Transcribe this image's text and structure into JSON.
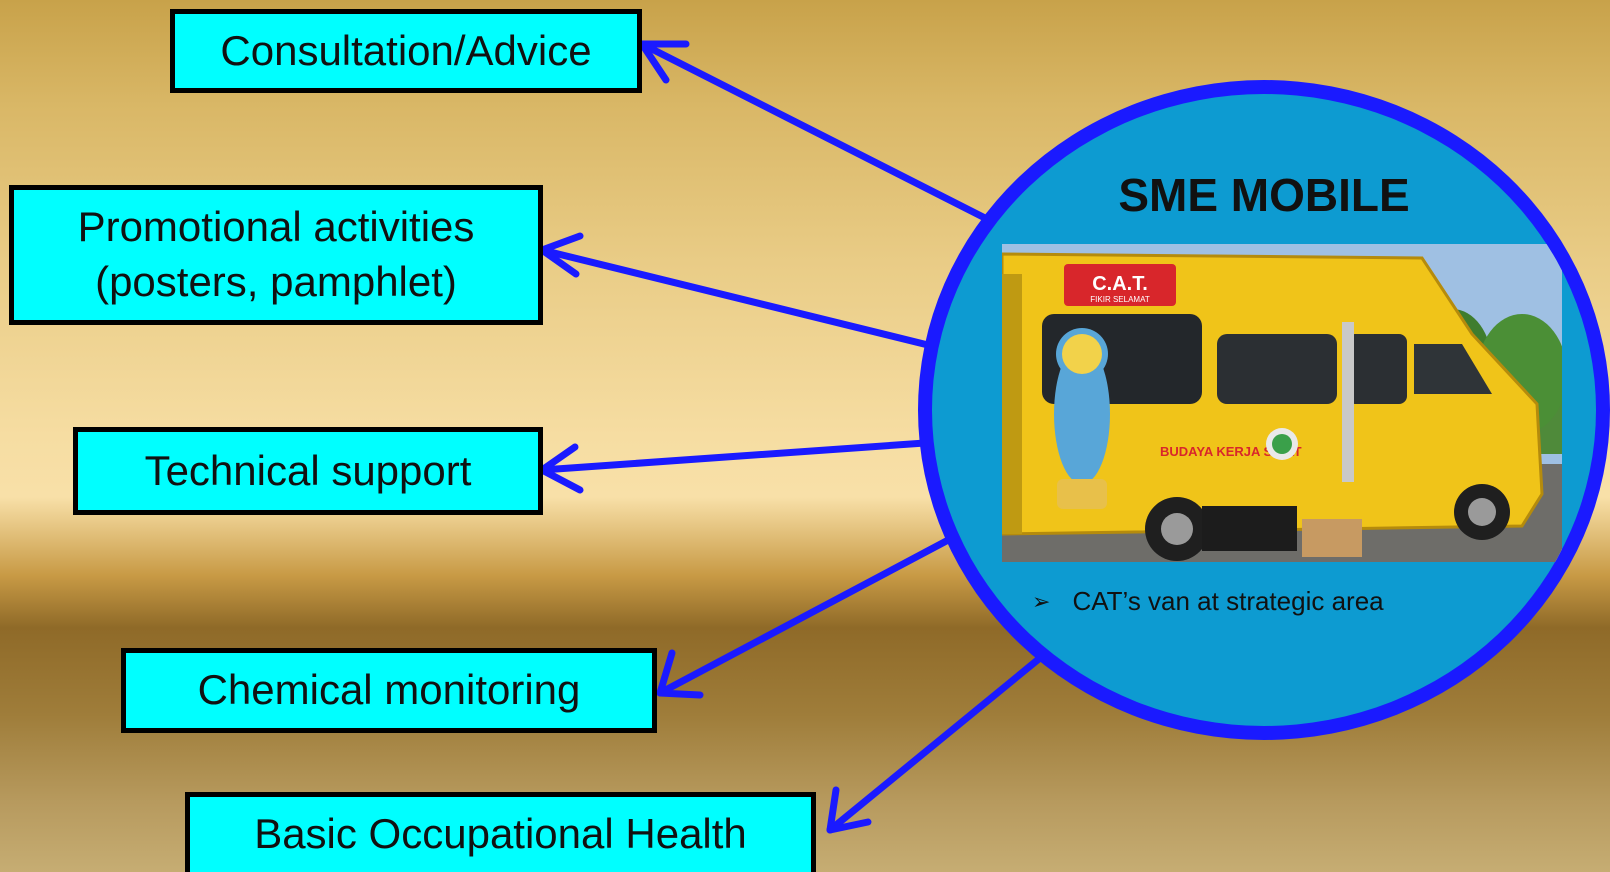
{
  "boxes": {
    "consultation": "Consultation/Advice",
    "promotional_line1": "Promotional activities",
    "promotional_line2": "(posters, pamphlet)",
    "technical": "Technical support",
    "chemical": "Chemical monitoring",
    "health": "Basic Occupational Health"
  },
  "center": {
    "title": "SME MOBILE",
    "caption": "CAT’s van at strategic area",
    "bullet_icon": "arrow-bullet"
  },
  "photo": {
    "van_sign": "C.A.T.",
    "van_sign_sub": "FIKIR SELAMAT",
    "van_slogan": "BUDAYA KERJA SIHAT"
  },
  "colors": {
    "box_fill": "#00ffff",
    "arrow": "#1a1aff",
    "circle_fill": "#0d9bd1",
    "circle_border": "#1a1aff"
  }
}
